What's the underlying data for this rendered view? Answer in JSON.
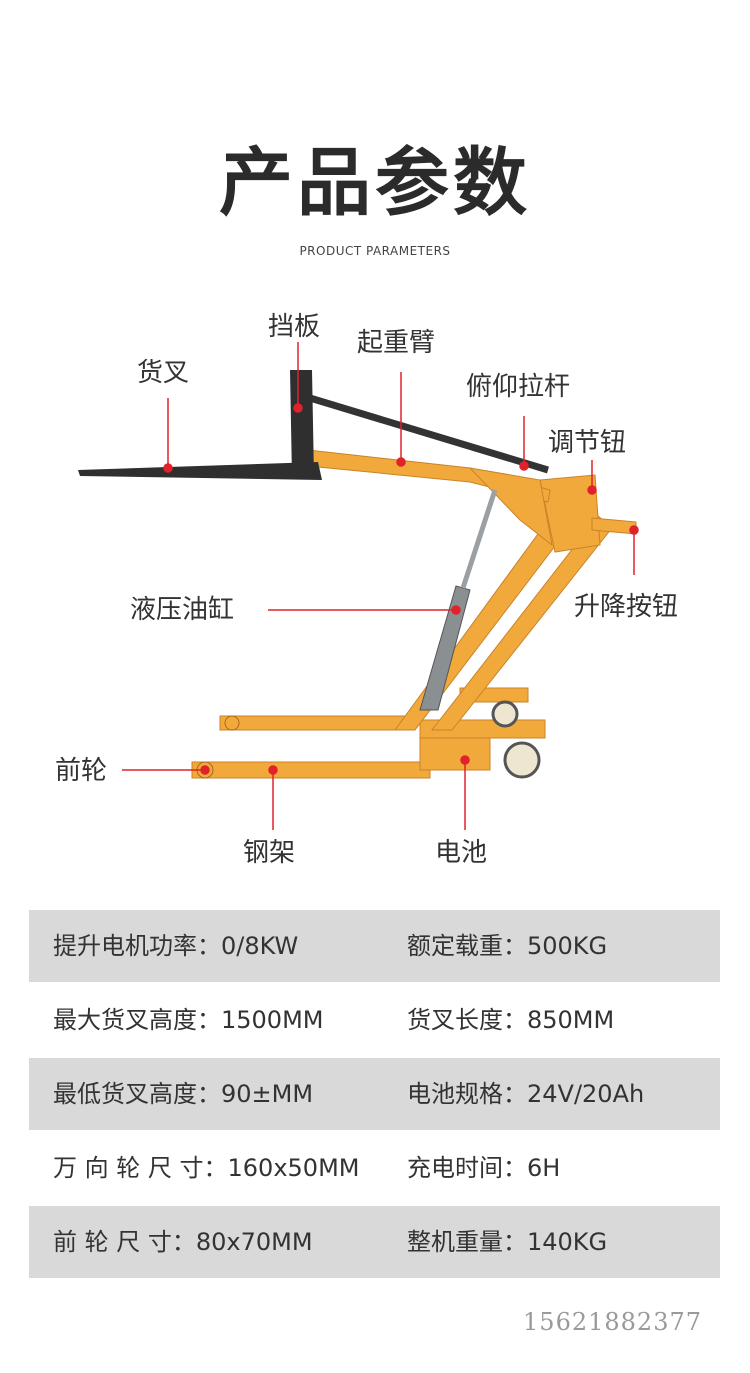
{
  "header": {
    "title": "产品参数",
    "subtitle": "PRODUCT PARAMETERS"
  },
  "diagram": {
    "labels": {
      "board": "挡板",
      "lift_arm": "起重臂",
      "fork": "货叉",
      "pitch_rod": "俯仰拉杆",
      "adjust_knob": "调节钮",
      "hydraulic_cylinder": "液压油缸",
      "lift_button": "升降按钮",
      "front_wheel": "前轮",
      "steel_frame": "钢架",
      "battery": "电池"
    },
    "colors": {
      "frame": "#F2A93B",
      "fork": "#2f2f2f",
      "marker": "#e0222a"
    }
  },
  "specs": [
    {
      "left": "提升电机功率：0/8KW",
      "right": "额定载重：500KG",
      "shaded": true
    },
    {
      "left": "最大货叉高度：1500MM",
      "right": "货叉长度：850MM",
      "shaded": false
    },
    {
      "left": "最低货叉高度：90±MM",
      "right": "电池规格：24V/20Ah",
      "shaded": true
    },
    {
      "left": "万 向 轮 尺 寸：160x50MM",
      "right": "充电时间：6H",
      "shaded": false
    },
    {
      "left": "前  轮  尺  寸：80x70MM",
      "right": "整机重量：140KG",
      "shaded": true
    }
  ],
  "footer": {
    "phone": "15621882377"
  }
}
